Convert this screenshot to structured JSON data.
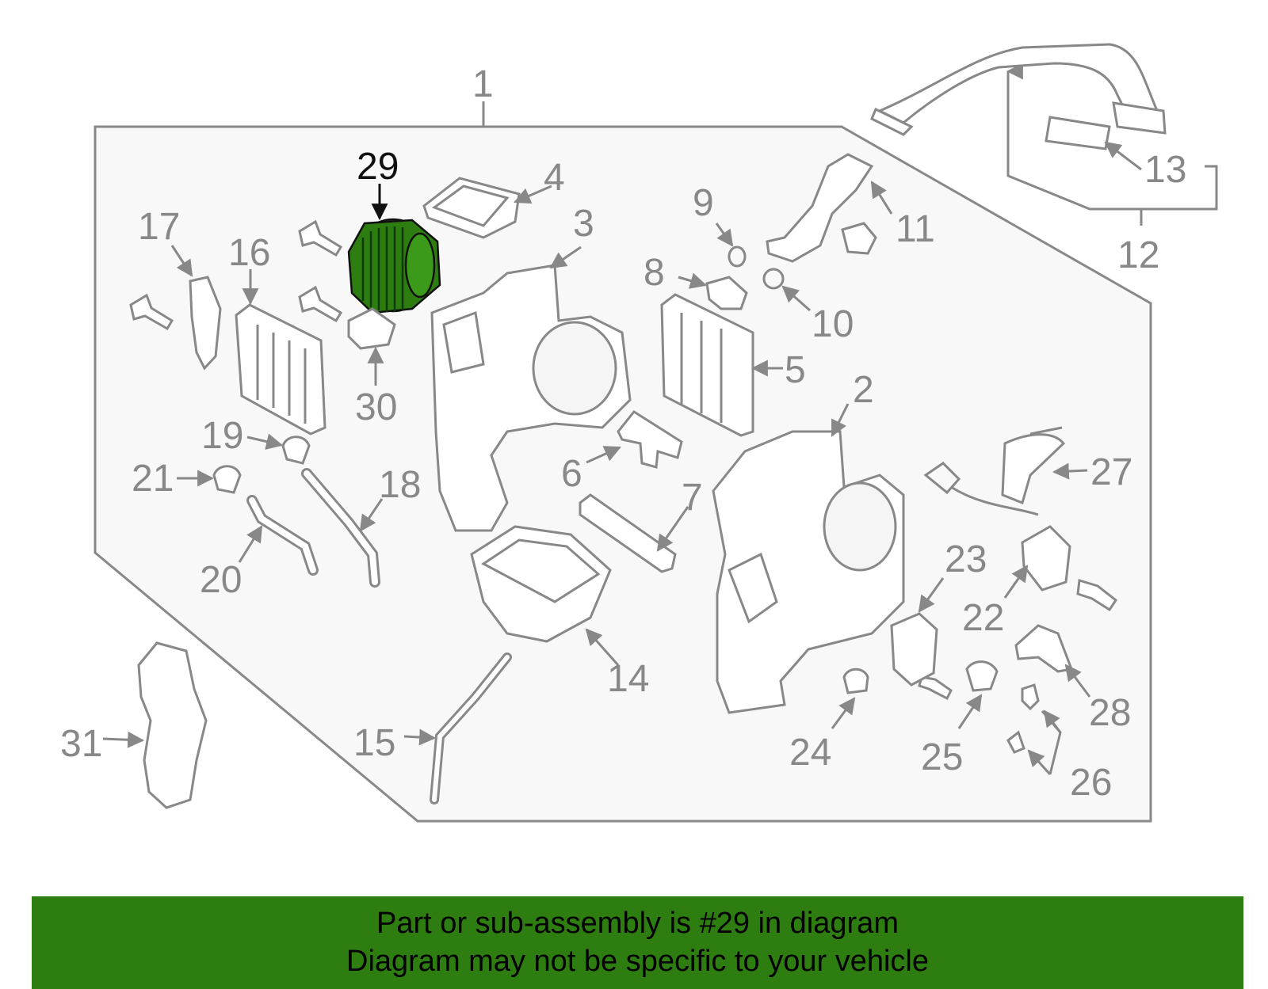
{
  "diagram": {
    "highlight_color": "#2e7d11",
    "line_color": "#888888",
    "highlighted_part": "29",
    "callouts": [
      "1",
      "2",
      "3",
      "4",
      "5",
      "6",
      "7",
      "8",
      "9",
      "10",
      "11",
      "12",
      "13",
      "14",
      "15",
      "16",
      "17",
      "18",
      "19",
      "20",
      "21",
      "22",
      "23",
      "24",
      "25",
      "26",
      "27",
      "28",
      "29",
      "30",
      "31"
    ]
  },
  "banner": {
    "line1": "Part or sub-assembly is #29 in diagram",
    "line2": "Diagram may not be specific to your vehicle",
    "background": "#2e7d11"
  }
}
